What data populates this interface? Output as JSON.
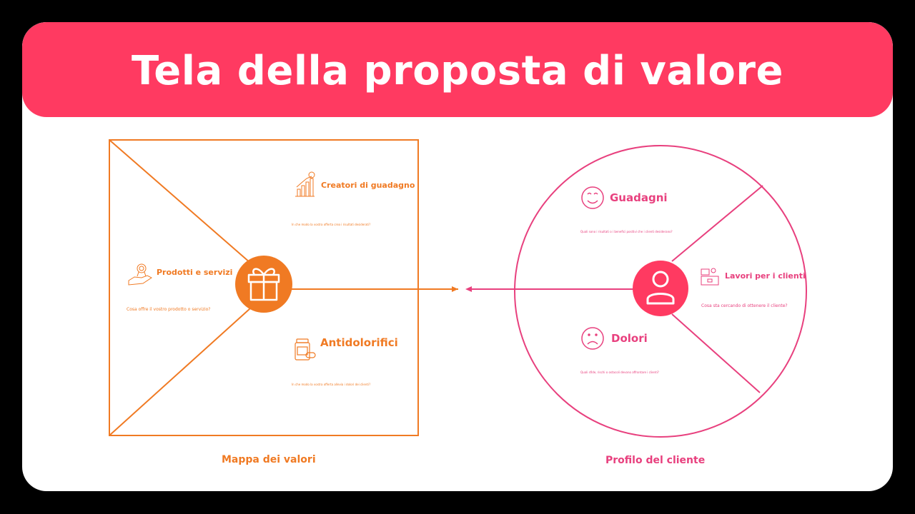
{
  "title": "Tela della proposta di valore",
  "colors": {
    "banner": "#ff3a61",
    "value_map": "#f07a23",
    "customer_profile": "#e8407e"
  },
  "value_map": {
    "caption": "Mappa dei valori",
    "center_icon": "gift-icon",
    "sections": [
      {
        "label": "Creatori di guadagno",
        "description": "In che modo la vostra offerta crea i risultati desiderati?",
        "icon": "bar-chart-growth-icon"
      },
      {
        "label": "Prodotti e servizi",
        "description": "Cosa offre il vostro prodotto o servizio?",
        "icon": "hand-award-icon"
      },
      {
        "label": "Antidolorifici",
        "description": "In che modo la vostra offerta allevia i dolori dei clienti?",
        "icon": "medicine-icon"
      }
    ]
  },
  "customer_profile": {
    "caption": "Profilo del cliente",
    "center_icon": "person-icon",
    "sections": [
      {
        "label": "Guadagni",
        "description": "Quali sono i risultati o i benefici positivi che i clienti desiderano?",
        "icon": "smile-icon"
      },
      {
        "label": "Lavori per i clienti",
        "description": "Cosa sta cercando di ottenere il cliente?",
        "icon": "workstation-icon"
      },
      {
        "label": "Dolori",
        "description": "Quali sfide, rischi o ostacoli devono affrontare i clienti?",
        "icon": "frown-icon"
      }
    ]
  }
}
